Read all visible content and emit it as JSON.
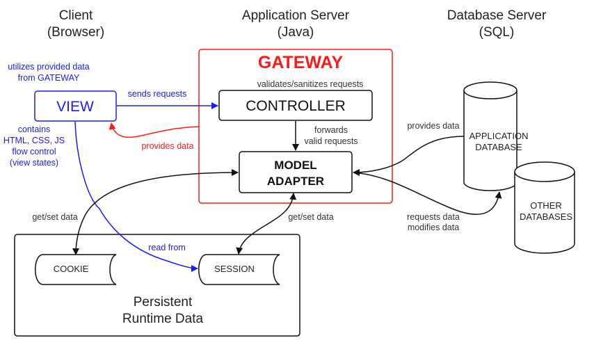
{
  "columns": {
    "client": [
      "Client",
      "(Browser)"
    ],
    "app_server": [
      "Application Server",
      "(Java)"
    ],
    "db_server": [
      "Database Server",
      "(SQL)"
    ]
  },
  "colors": {
    "client": "#1a1aff",
    "gateway": "#ff1a1a",
    "default": "#111111"
  },
  "nodes": {
    "view": "VIEW",
    "gateway_title": "GATEWAY",
    "controller": "CONTROLLER",
    "model_adapter": [
      "MODEL",
      "ADAPTER"
    ],
    "app_db": [
      "APPLICATION",
      "DATABASE"
    ],
    "other_db": [
      "OTHER",
      "DATABASES"
    ],
    "cookie": "COOKIE",
    "session": "SESSION",
    "persistent": [
      "Persistent",
      "Runtime Data"
    ]
  },
  "annotations": {
    "view_utilizes": [
      "utilizes provided data",
      "from GATEWAY"
    ],
    "view_contains": [
      "contains",
      "HTML, CSS, JS",
      "flow control",
      "(view states)"
    ],
    "sends_requests": "sends requests",
    "provides_data_red": "provides data",
    "validates": "validates/sanitizes requests",
    "forwards": [
      "forwards",
      "valid requests"
    ],
    "provides_data_db": "provides data",
    "requests_modifies": [
      "requests data",
      "modifies data"
    ],
    "get_set_cookie": "get/set data",
    "get_set_session": "get/set data",
    "read_from": "read from"
  }
}
